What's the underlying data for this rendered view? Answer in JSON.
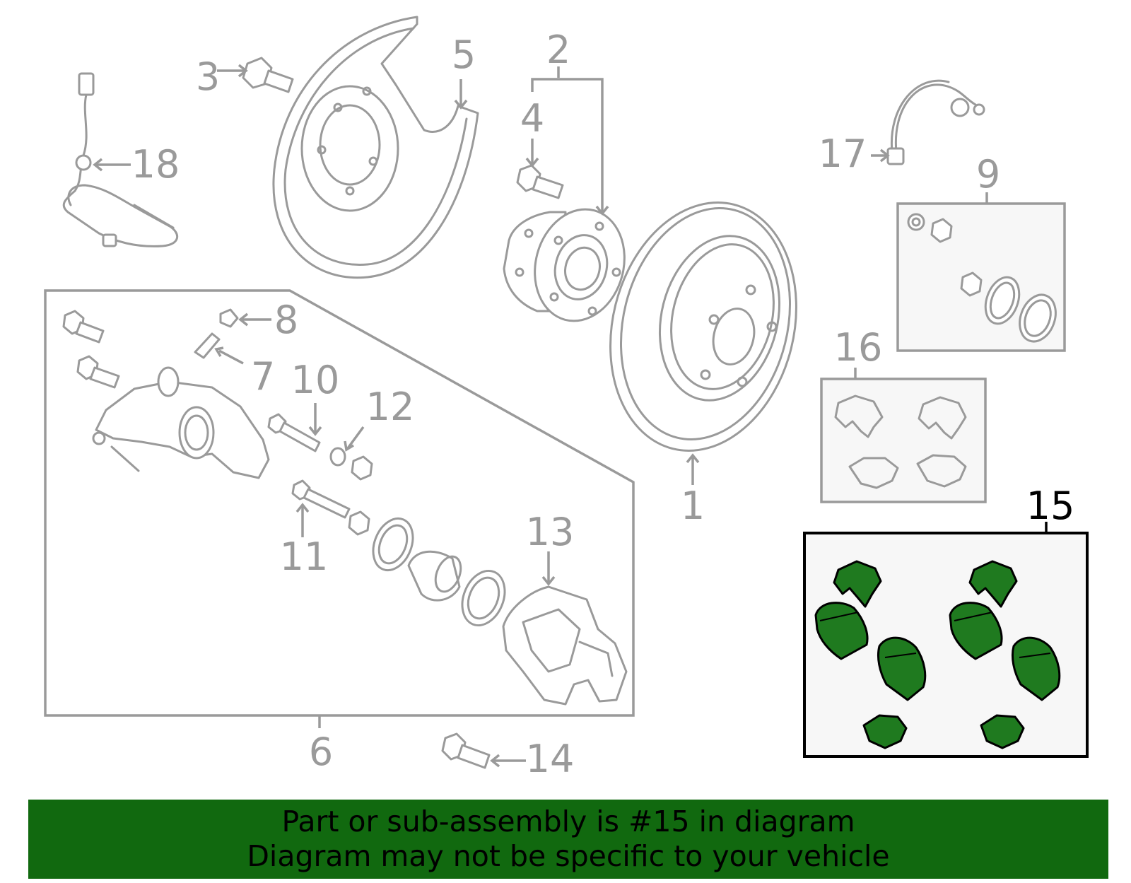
{
  "callouts": [
    {
      "id": "1",
      "label": "1",
      "highlighted": false
    },
    {
      "id": "2",
      "label": "2",
      "highlighted": false
    },
    {
      "id": "3",
      "label": "3",
      "highlighted": false
    },
    {
      "id": "4",
      "label": "4",
      "highlighted": false
    },
    {
      "id": "5",
      "label": "5",
      "highlighted": false
    },
    {
      "id": "6",
      "label": "6",
      "highlighted": false
    },
    {
      "id": "7",
      "label": "7",
      "highlighted": false
    },
    {
      "id": "8",
      "label": "8",
      "highlighted": false
    },
    {
      "id": "9",
      "label": "9",
      "highlighted": false
    },
    {
      "id": "10",
      "label": "10",
      "highlighted": false
    },
    {
      "id": "11",
      "label": "11",
      "highlighted": false
    },
    {
      "id": "12",
      "label": "12",
      "highlighted": false
    },
    {
      "id": "13",
      "label": "13",
      "highlighted": false
    },
    {
      "id": "14",
      "label": "14",
      "highlighted": false
    },
    {
      "id": "15",
      "label": "15",
      "highlighted": true
    },
    {
      "id": "16",
      "label": "16",
      "highlighted": false
    },
    {
      "id": "17",
      "label": "17",
      "highlighted": false
    },
    {
      "id": "18",
      "label": "18",
      "highlighted": false
    }
  ],
  "footer": {
    "line1": "Part or sub-assembly is #15 in diagram",
    "line2": "Diagram may not be specific to your vehicle"
  },
  "colors": {
    "line_art": "#9a9a9a",
    "highlight_part": "#1f7a1f",
    "footer_background": "#11690f",
    "footer_text": "#000000"
  }
}
